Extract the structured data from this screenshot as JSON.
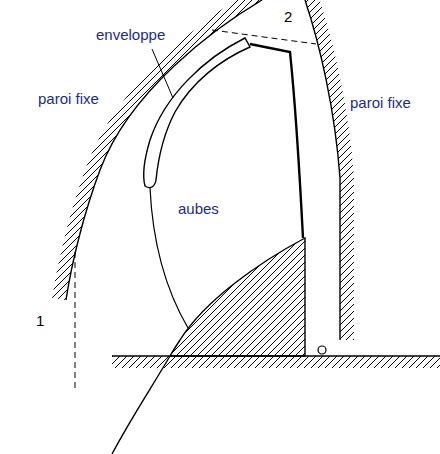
{
  "diagram": {
    "labels": [
      "enveloppe",
      "paroi fixe",
      "aubes",
      "paroi fixe",
      "1",
      "2"
    ]
  }
}
